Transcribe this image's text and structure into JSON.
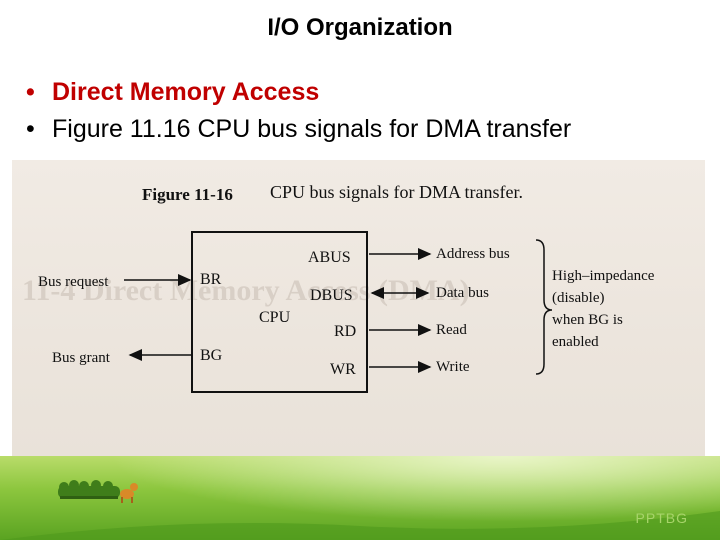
{
  "title": "I/O Organization",
  "bullets": [
    {
      "marker": "•",
      "text": "Direct Memory Access"
    },
    {
      "marker": "•",
      "text": "Figure 11.16 CPU bus signals for DMA transfer"
    }
  ],
  "figure": {
    "caption_label": "Figure 11-16",
    "caption_text": "CPU bus signals for DMA transfer.",
    "cpu_label": "CPU",
    "left_pins": [
      "BR",
      "BG"
    ],
    "left_signals": [
      "Bus request",
      "Bus grant"
    ],
    "right_pins": [
      "ABUS",
      "DBUS",
      "RD",
      "WR"
    ],
    "right_signals": [
      "Address bus",
      "Data bus",
      "Read",
      "Write"
    ],
    "note": [
      "High–impedance",
      "(disable)",
      "when BG is",
      "enabled"
    ],
    "background_heading": "11-4 Direct Memory Access (DMA)"
  },
  "footer": {
    "tag": "PPTBG"
  },
  "colors": {
    "accent": "#c00000",
    "footer_green": "#8cc63e"
  }
}
